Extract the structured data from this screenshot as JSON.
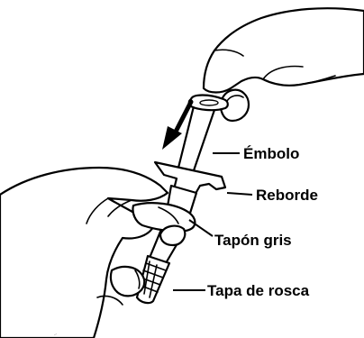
{
  "labels": {
    "plunger": "Émbolo",
    "flange": "Reborde",
    "grey_stopper": "Tapón gris",
    "screw_cap": "Tapa de rosca"
  },
  "code": "..."
}
